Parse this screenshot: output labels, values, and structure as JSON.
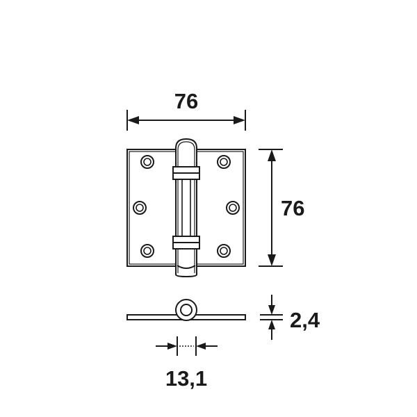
{
  "dimensions": {
    "width_label": "76",
    "height_label": "76",
    "thickness_label": "2,4",
    "pin_label": "13,1"
  },
  "colors": {
    "line": "#1a1a1a",
    "background": "#ffffff"
  }
}
